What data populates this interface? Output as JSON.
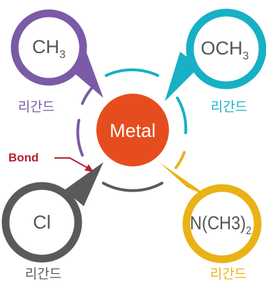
{
  "metal": {
    "label": "Metal",
    "color": "#e64d1e"
  },
  "bond": {
    "label": "Bond",
    "color": "#b5202e"
  },
  "ligands": [
    {
      "formula": "CH",
      "subscript": "3",
      "caption": "리간드",
      "color": "#7b5aa6"
    },
    {
      "formula": "OCH",
      "subscript": "3",
      "caption": "리간드",
      "color": "#17b0c5"
    },
    {
      "formula": "Cl",
      "subscript": "",
      "caption": "리간드",
      "color": "#5a5a5a"
    },
    {
      "formula": "N(CH3)",
      "subscript": "2",
      "caption": "리간드",
      "color": "#e9b216"
    }
  ]
}
